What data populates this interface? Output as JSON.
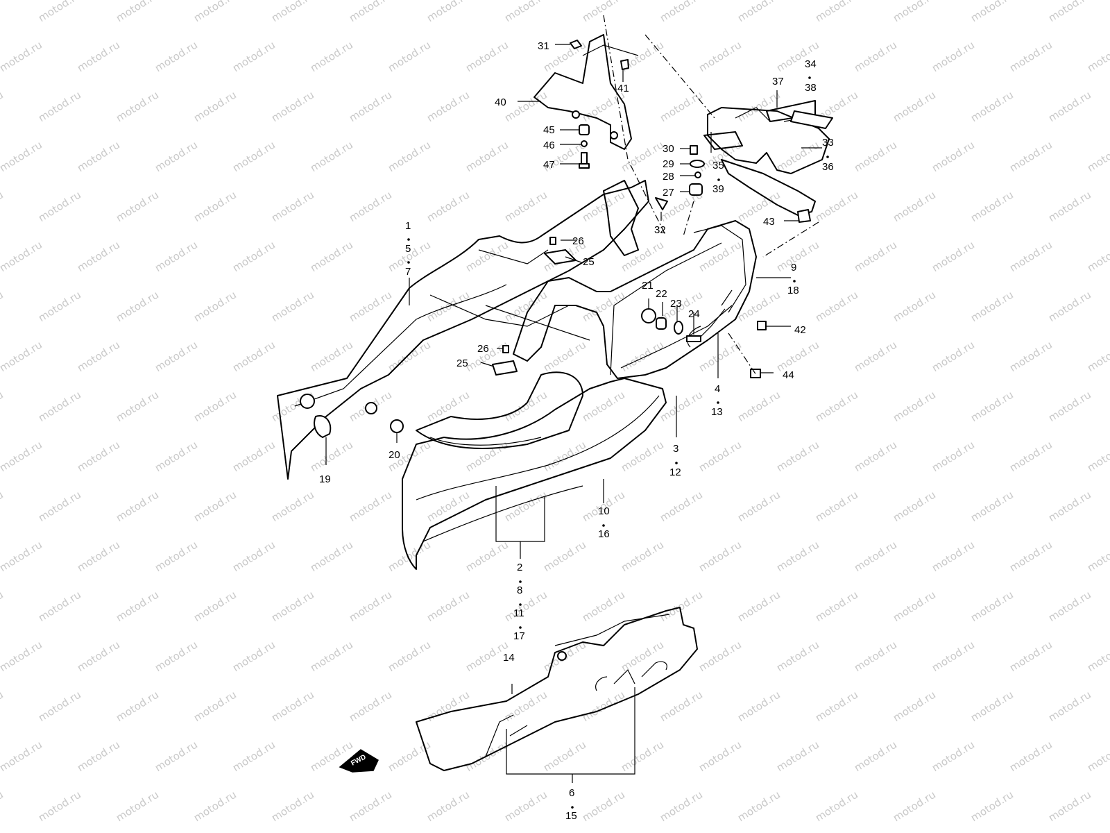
{
  "watermark": {
    "text": "motod.ru"
  },
  "fwd_label": "FWD",
  "callouts": [
    {
      "id": "c1",
      "text": "1"
    },
    {
      "id": "c5",
      "text": "5"
    },
    {
      "id": "c7",
      "text": "7"
    },
    {
      "id": "c2",
      "text": "2"
    },
    {
      "id": "c8",
      "text": "8"
    },
    {
      "id": "c11",
      "text": "11"
    },
    {
      "id": "c17",
      "text": "17"
    },
    {
      "id": "c3",
      "text": "3"
    },
    {
      "id": "c12",
      "text": "12"
    },
    {
      "id": "c4",
      "text": "4"
    },
    {
      "id": "c13",
      "text": "13"
    },
    {
      "id": "c6",
      "text": "6"
    },
    {
      "id": "c15",
      "text": "15"
    },
    {
      "id": "c9",
      "text": "9"
    },
    {
      "id": "c18",
      "text": "18"
    },
    {
      "id": "c10",
      "text": "10"
    },
    {
      "id": "c16",
      "text": "16"
    },
    {
      "id": "c14",
      "text": "14"
    },
    {
      "id": "c19",
      "text": "19"
    },
    {
      "id": "c20",
      "text": "20"
    },
    {
      "id": "c21",
      "text": "21"
    },
    {
      "id": "c22",
      "text": "22"
    },
    {
      "id": "c23",
      "text": "23"
    },
    {
      "id": "c24",
      "text": "24"
    },
    {
      "id": "c25a",
      "text": "25"
    },
    {
      "id": "c25b",
      "text": "25"
    },
    {
      "id": "c26a",
      "text": "26"
    },
    {
      "id": "c26b",
      "text": "26"
    },
    {
      "id": "c27",
      "text": "27"
    },
    {
      "id": "c28",
      "text": "28"
    },
    {
      "id": "c29",
      "text": "29"
    },
    {
      "id": "c30",
      "text": "30"
    },
    {
      "id": "c31",
      "text": "31"
    },
    {
      "id": "c32",
      "text": "32"
    },
    {
      "id": "c33",
      "text": "33"
    },
    {
      "id": "c36",
      "text": "36"
    },
    {
      "id": "c34",
      "text": "34"
    },
    {
      "id": "c38",
      "text": "38"
    },
    {
      "id": "c35",
      "text": "35"
    },
    {
      "id": "c39",
      "text": "39"
    },
    {
      "id": "c37",
      "text": "37"
    },
    {
      "id": "c40",
      "text": "40"
    },
    {
      "id": "c41",
      "text": "41"
    },
    {
      "id": "c42",
      "text": "42"
    },
    {
      "id": "c43",
      "text": "43"
    },
    {
      "id": "c44",
      "text": "44"
    },
    {
      "id": "c45",
      "text": "45"
    },
    {
      "id": "c46",
      "text": "46"
    },
    {
      "id": "c47",
      "text": "47"
    }
  ]
}
